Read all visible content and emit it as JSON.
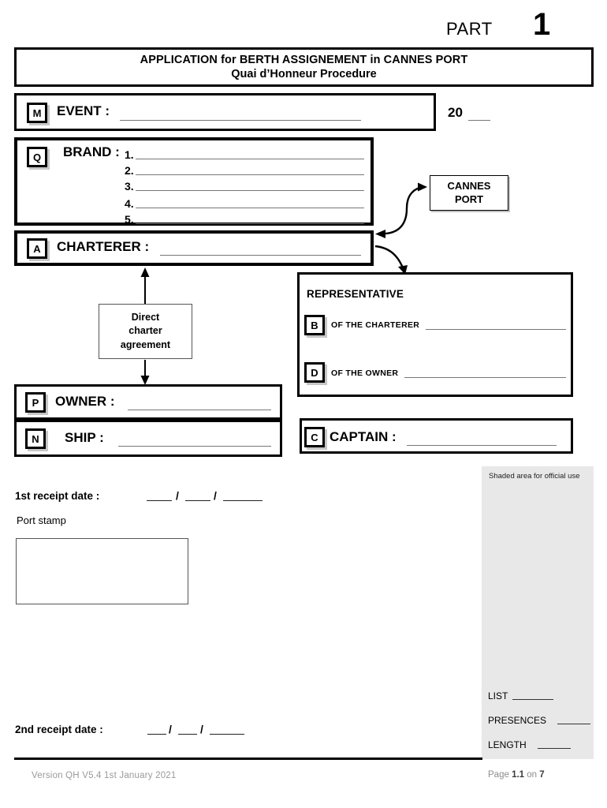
{
  "part": {
    "word": "PART",
    "number": "1"
  },
  "title": {
    "line1": "APPLICATION for BERTH ASSIGNEMENT in CANNES PORT",
    "line2": "Quai d’Honneur Procedure"
  },
  "event": {
    "badge": "M",
    "label": "EVENT :",
    "value": "",
    "year_prefix": "20",
    "year_value": ""
  },
  "brand": {
    "badge": "Q",
    "label": "BRAND :",
    "rows": [
      {
        "num": "1.",
        "value": ""
      },
      {
        "num": "2.",
        "value": ""
      },
      {
        "num": "3.",
        "value": ""
      },
      {
        "num": "4.",
        "value": ""
      },
      {
        "num": "5.",
        "value": ""
      }
    ]
  },
  "charterer": {
    "badge": "A",
    "label": "CHARTERER :",
    "value": ""
  },
  "cannes_port": {
    "line1": "CANNES",
    "line2": "PORT"
  },
  "direct_charter": {
    "line1": "Direct",
    "line2": "charter",
    "line3": "agreement"
  },
  "owner": {
    "badge": "P",
    "label": "OWNER :",
    "value": ""
  },
  "ship": {
    "badge": "N",
    "label": "SHIP :",
    "value": ""
  },
  "representative": {
    "title": "REPRESENTATIVE",
    "charterer": {
      "badge": "B",
      "label": "OF THE CHARTERER",
      "value": ""
    },
    "owner": {
      "badge": "D",
      "label": "OF THE OWNER",
      "value": ""
    }
  },
  "captain": {
    "badge": "C",
    "label": "CAPTAIN :",
    "value": ""
  },
  "receipts": {
    "first_label": "1st receipt date :",
    "second_label": "2nd receipt date :",
    "separator": "/",
    "port_stamp_label": "Port stamp"
  },
  "official_area": {
    "title": "Shaded area for official use",
    "fields": [
      {
        "label": "LIST",
        "value": ""
      },
      {
        "label": "PRESENCES",
        "value": ""
      },
      {
        "label": "LENGTH",
        "value": ""
      }
    ],
    "bg_color": "#e8e8e8"
  },
  "footer": {
    "version": "Version QH V5.4 1st January 2021",
    "page_prefix": "Page",
    "page_number": "1.1",
    "page_join": "on",
    "page_total": "7"
  }
}
